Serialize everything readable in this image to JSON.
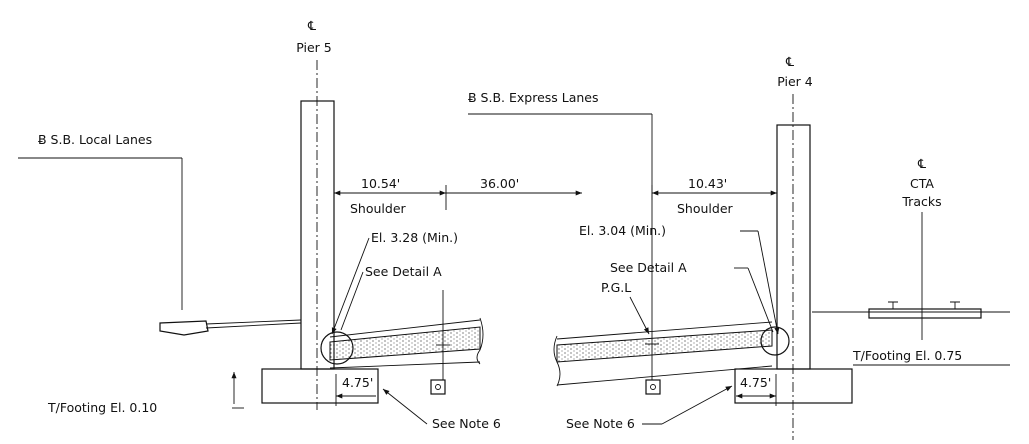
{
  "drawing": {
    "cl_symbol": "℄",
    "pier5": {
      "label": "Pier 5"
    },
    "pier4": {
      "label": "Pier 4"
    },
    "cta": {
      "line1": "CTA",
      "line2": "Tracks"
    },
    "local_lanes": "Ƀ S.B. Local Lanes",
    "express_lanes": "Ƀ S.B. Express Lanes",
    "dim_shoulder_left": "10.54'",
    "dim_lanes": "36.00'",
    "dim_shoulder_right": "10.43'",
    "shoulder_label": "Shoulder",
    "el_left": "El. 3.28 (Min.)",
    "el_right": "El. 3.04 (Min.)",
    "detail_a": "See Detail A",
    "pgl": "P.G.L",
    "tfooting_left": "T/Footing El. 0.10",
    "tfooting_right": "T/Footing El. 0.75",
    "footing_offset": "4.75'",
    "see_note_6": "See Note 6"
  }
}
